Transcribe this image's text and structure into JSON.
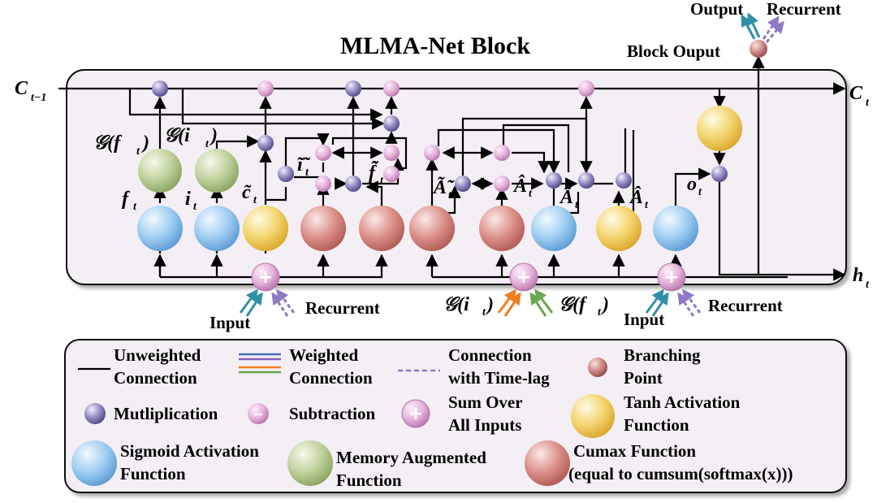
{
  "title": "MLMA-Net Block",
  "labels": {
    "c_prev": "C",
    "c_prev_sub": "t−1",
    "c_out": "C",
    "c_out_sub": "t",
    "h_out": "h",
    "h_out_sub": "t",
    "output": "Output",
    "recurrent_top": "Recurrent",
    "block_output": "Block Ouput",
    "g_f": "𝒢(f",
    "g_f_close": ")",
    "g_i": "𝒢(i",
    "g_i_close": ")",
    "f_t": "f",
    "i_t": "i",
    "c_t": "c̃",
    "i_dtilde": "ĩ̃",
    "f_dtilde": "f̃̃",
    "a_dtilde": "Ã̃",
    "a_hat1": "Â",
    "a_tilde": "Ã",
    "a_hat2": "Â",
    "o_t": "o",
    "t_sub": "t",
    "input_left": "Input",
    "recurrent_left": "Recurrent",
    "g_i_bottom": "𝒢(i",
    "g_f_bottom": "𝒢(f",
    "input_right": "Input",
    "recurrent_right": "Recurrent"
  },
  "legend": {
    "unweighted_1": "Unweighted",
    "unweighted_2": "Connection",
    "weighted_1": "Weighted",
    "weighted_2": "Connection",
    "timelag_1": "Connection",
    "timelag_2": "with Time-lag",
    "branching_1": "Branching",
    "branching_2": "Point",
    "mult": "Mutliplication",
    "sub": "Subtraction",
    "sum_1": "Sum Over",
    "sum_2": "All Inputs",
    "tanh_1": "Tanh Activation",
    "tanh_2": "Function",
    "sigmoid_1": "Sigmoid Activation",
    "sigmoid_2": "Function",
    "memory_1": "Memory Augmented",
    "memory_2": "Function",
    "cumax_1": "Cumax Function",
    "cumax_2": "(equal to cumsum(softmax(x)))"
  },
  "colors": {
    "sigmoid": "#8fc3ee",
    "memory": "#b9cc95",
    "tanh": "#f2cf63",
    "cumax": "#d98680",
    "mult": "#8a7fb8",
    "sub": "#e2a8d8",
    "sum": "#d49ad0",
    "branch": "#c87a78",
    "weighted_blue": "#4a6fb5",
    "weighted_purple": "#8a5fb8",
    "weighted_orange": "#ef7d22",
    "weighted_green": "#6aa84f",
    "teal": "#2f8fa8",
    "timelag": "#8f79c4"
  }
}
